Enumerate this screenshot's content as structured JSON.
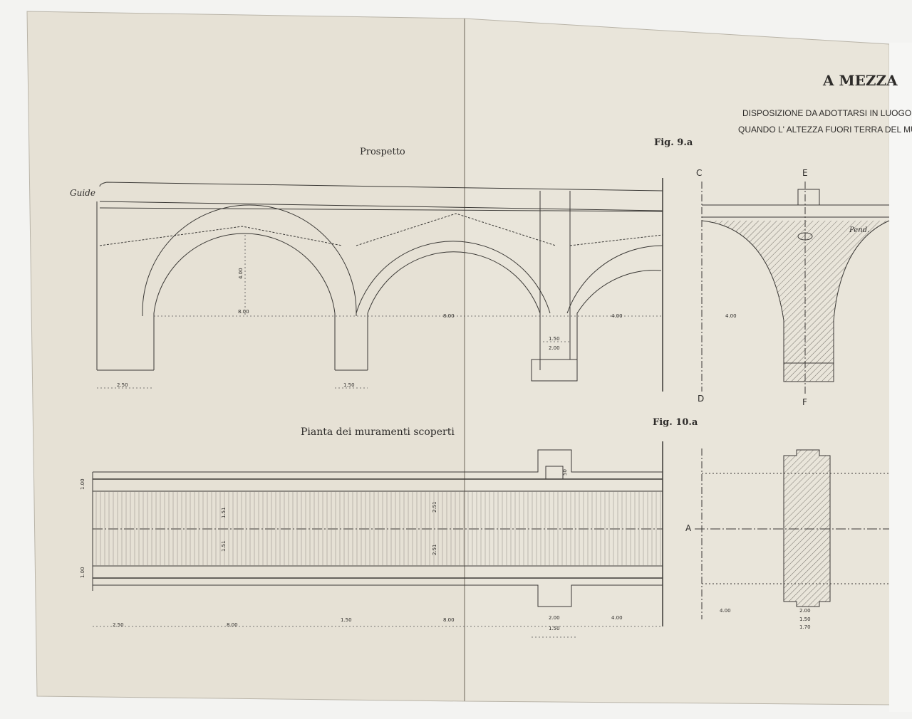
{
  "header": {
    "title": "A MEZZA",
    "subtitle_line1": "DISPOSIZIONE DA ADOTTARSI IN LUOGO",
    "subtitle_line2": "QUANDO L' ALTEZZA FUORI TERRA DEL MU"
  },
  "left_page": {
    "elevation_title": "Prospetto",
    "plan_title": "Pianta dei muramenti scoperti",
    "guide_label": "Guide",
    "elevation_dims": {
      "arch_height": "4.00",
      "span1": "8.00",
      "span2": "8.00",
      "right": "4.00",
      "pier_inner": "1.50",
      "pier_outer": "2.00",
      "abut": "2.50",
      "pier_left": "1.50"
    },
    "plan_dims": {
      "top_edge": "1.00",
      "half1": "1.51",
      "half2": "1.51",
      "bottom_edge": "1.00",
      "half3": "2.51",
      "half4": "2.51",
      "notch": "50",
      "b1": "2.50",
      "b2": "8.00",
      "b3": "1.50",
      "b4": "8.00",
      "b5": "2.00",
      "b6": "4.00",
      "b7": "1.50"
    }
  },
  "right_page": {
    "fig9_label": "Fig. 9.a",
    "fig10_label": "Fig. 10.a",
    "section_letters": {
      "c": "C",
      "d": "D",
      "e": "E",
      "f": "F",
      "a": "A"
    },
    "pend_label": "Pend.",
    "fig9_dim": "4.00",
    "fig10_dims": {
      "left": "4.00",
      "w1": "2.00",
      "w2": "1.50",
      "w3": "1.70"
    }
  },
  "colors": {
    "paper": "#e7e2d6",
    "ink": "#3a3835",
    "background": "#f3f3f1"
  }
}
